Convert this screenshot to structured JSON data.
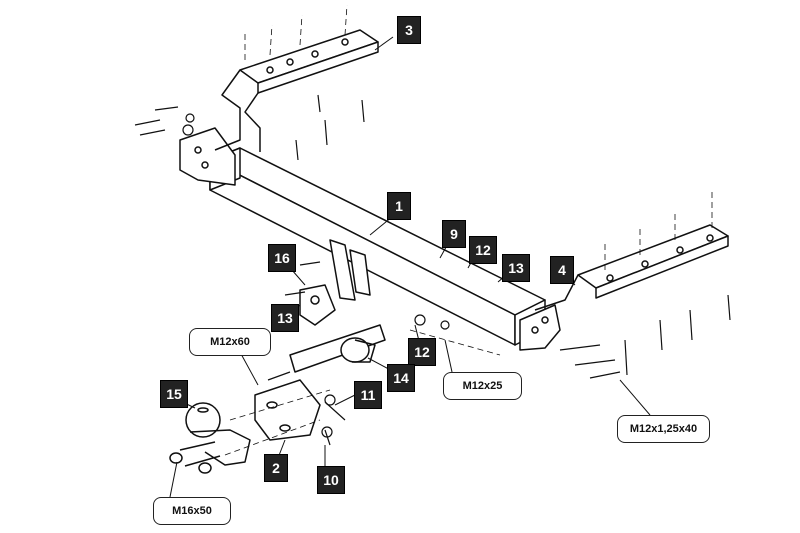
{
  "diagram": {
    "title": "Tow bar exploded assembly diagram",
    "part_labels": [
      {
        "id": "1",
        "label": "1"
      },
      {
        "id": "2",
        "label": "2"
      },
      {
        "id": "3",
        "label": "3"
      },
      {
        "id": "4",
        "label": "4"
      },
      {
        "id": "9",
        "label": "9"
      },
      {
        "id": "10",
        "label": "10"
      },
      {
        "id": "11",
        "label": "11"
      },
      {
        "id": "12a",
        "label": "12"
      },
      {
        "id": "12b",
        "label": "12"
      },
      {
        "id": "13a",
        "label": "13"
      },
      {
        "id": "13b",
        "label": "13"
      },
      {
        "id": "14",
        "label": "14"
      },
      {
        "id": "15",
        "label": "15"
      },
      {
        "id": "16",
        "label": "16"
      }
    ],
    "bolt_callouts": [
      {
        "id": "m12x60",
        "label": "M12x60"
      },
      {
        "id": "m12x25",
        "label": "M12x25"
      },
      {
        "id": "m12x125x40",
        "label": "M12x1,25x40"
      },
      {
        "id": "m16x50",
        "label": "M16x50"
      }
    ],
    "colors": {
      "badge_bg": "#222222",
      "badge_text": "#ffffff",
      "line": "#111111"
    }
  }
}
